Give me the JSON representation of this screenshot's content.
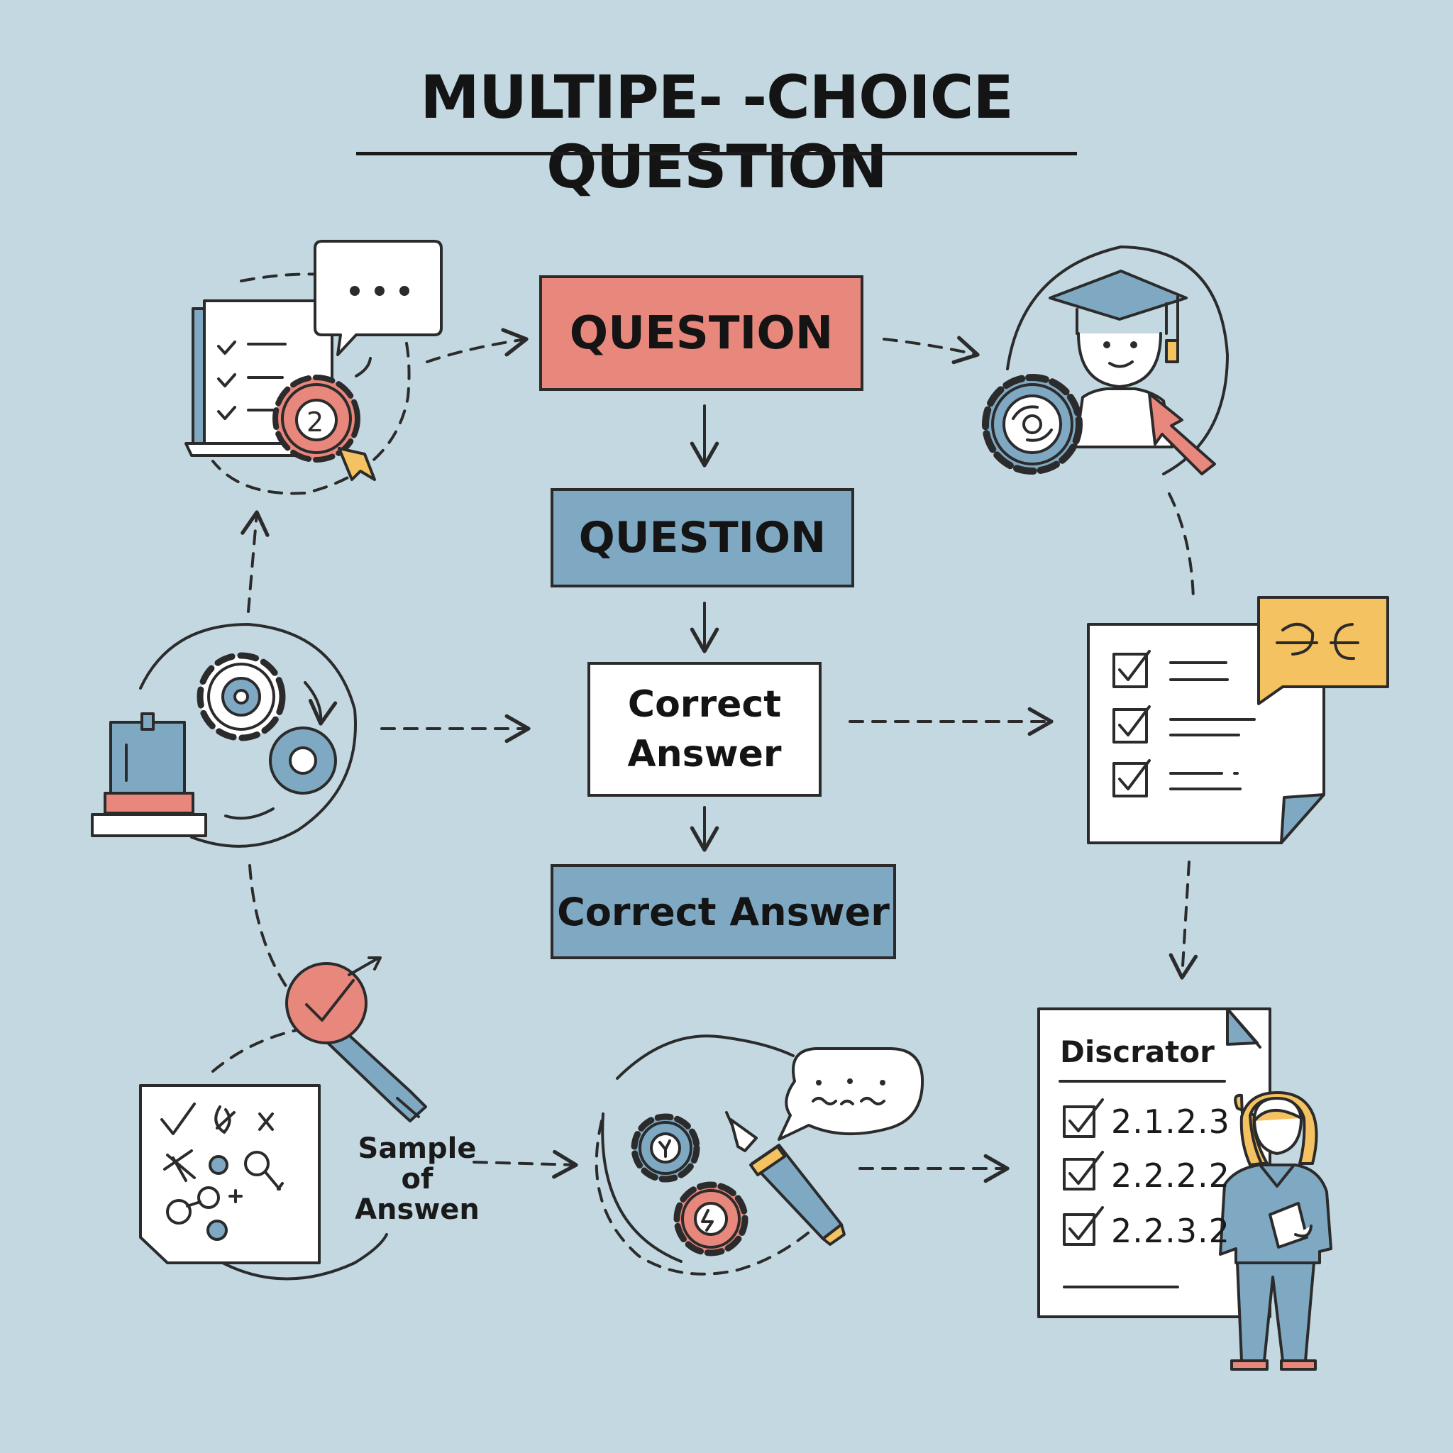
{
  "title": "MULTIPE- -CHOICE QUESTION",
  "boxes": {
    "question_top": "QUESTION",
    "question_mid": "QUESTION",
    "correct_answer_white": [
      "Correct",
      "Answer"
    ],
    "correct_answer_blue": "Correct Answer"
  },
  "sample_label": [
    "Sample",
    "of",
    "Answen"
  ],
  "distractor": {
    "title": "Discrator",
    "items": [
      "2.1.2.3",
      "2.2.2.2",
      "2.2.3.2"
    ]
  },
  "colors": {
    "background": "#c4d8e2",
    "coral": "#e8877c",
    "steel_blue": "#7fa9c2",
    "yellow": "#f5c261",
    "outline": "#2b2b2b"
  },
  "icons": {
    "top_left": "checklist-laptop-speech-gear-icon",
    "top_right": "graduate-gear-cursor-icon",
    "mid_left": "clipboard-gears-icon",
    "mid_right": "checklist-document-speech-icon",
    "bottom_left": "sketch-paper-magnifier-icon",
    "bottom_center": "gears-pen-speech-icon",
    "bottom_right": "distractor-document-teacher-icon"
  }
}
